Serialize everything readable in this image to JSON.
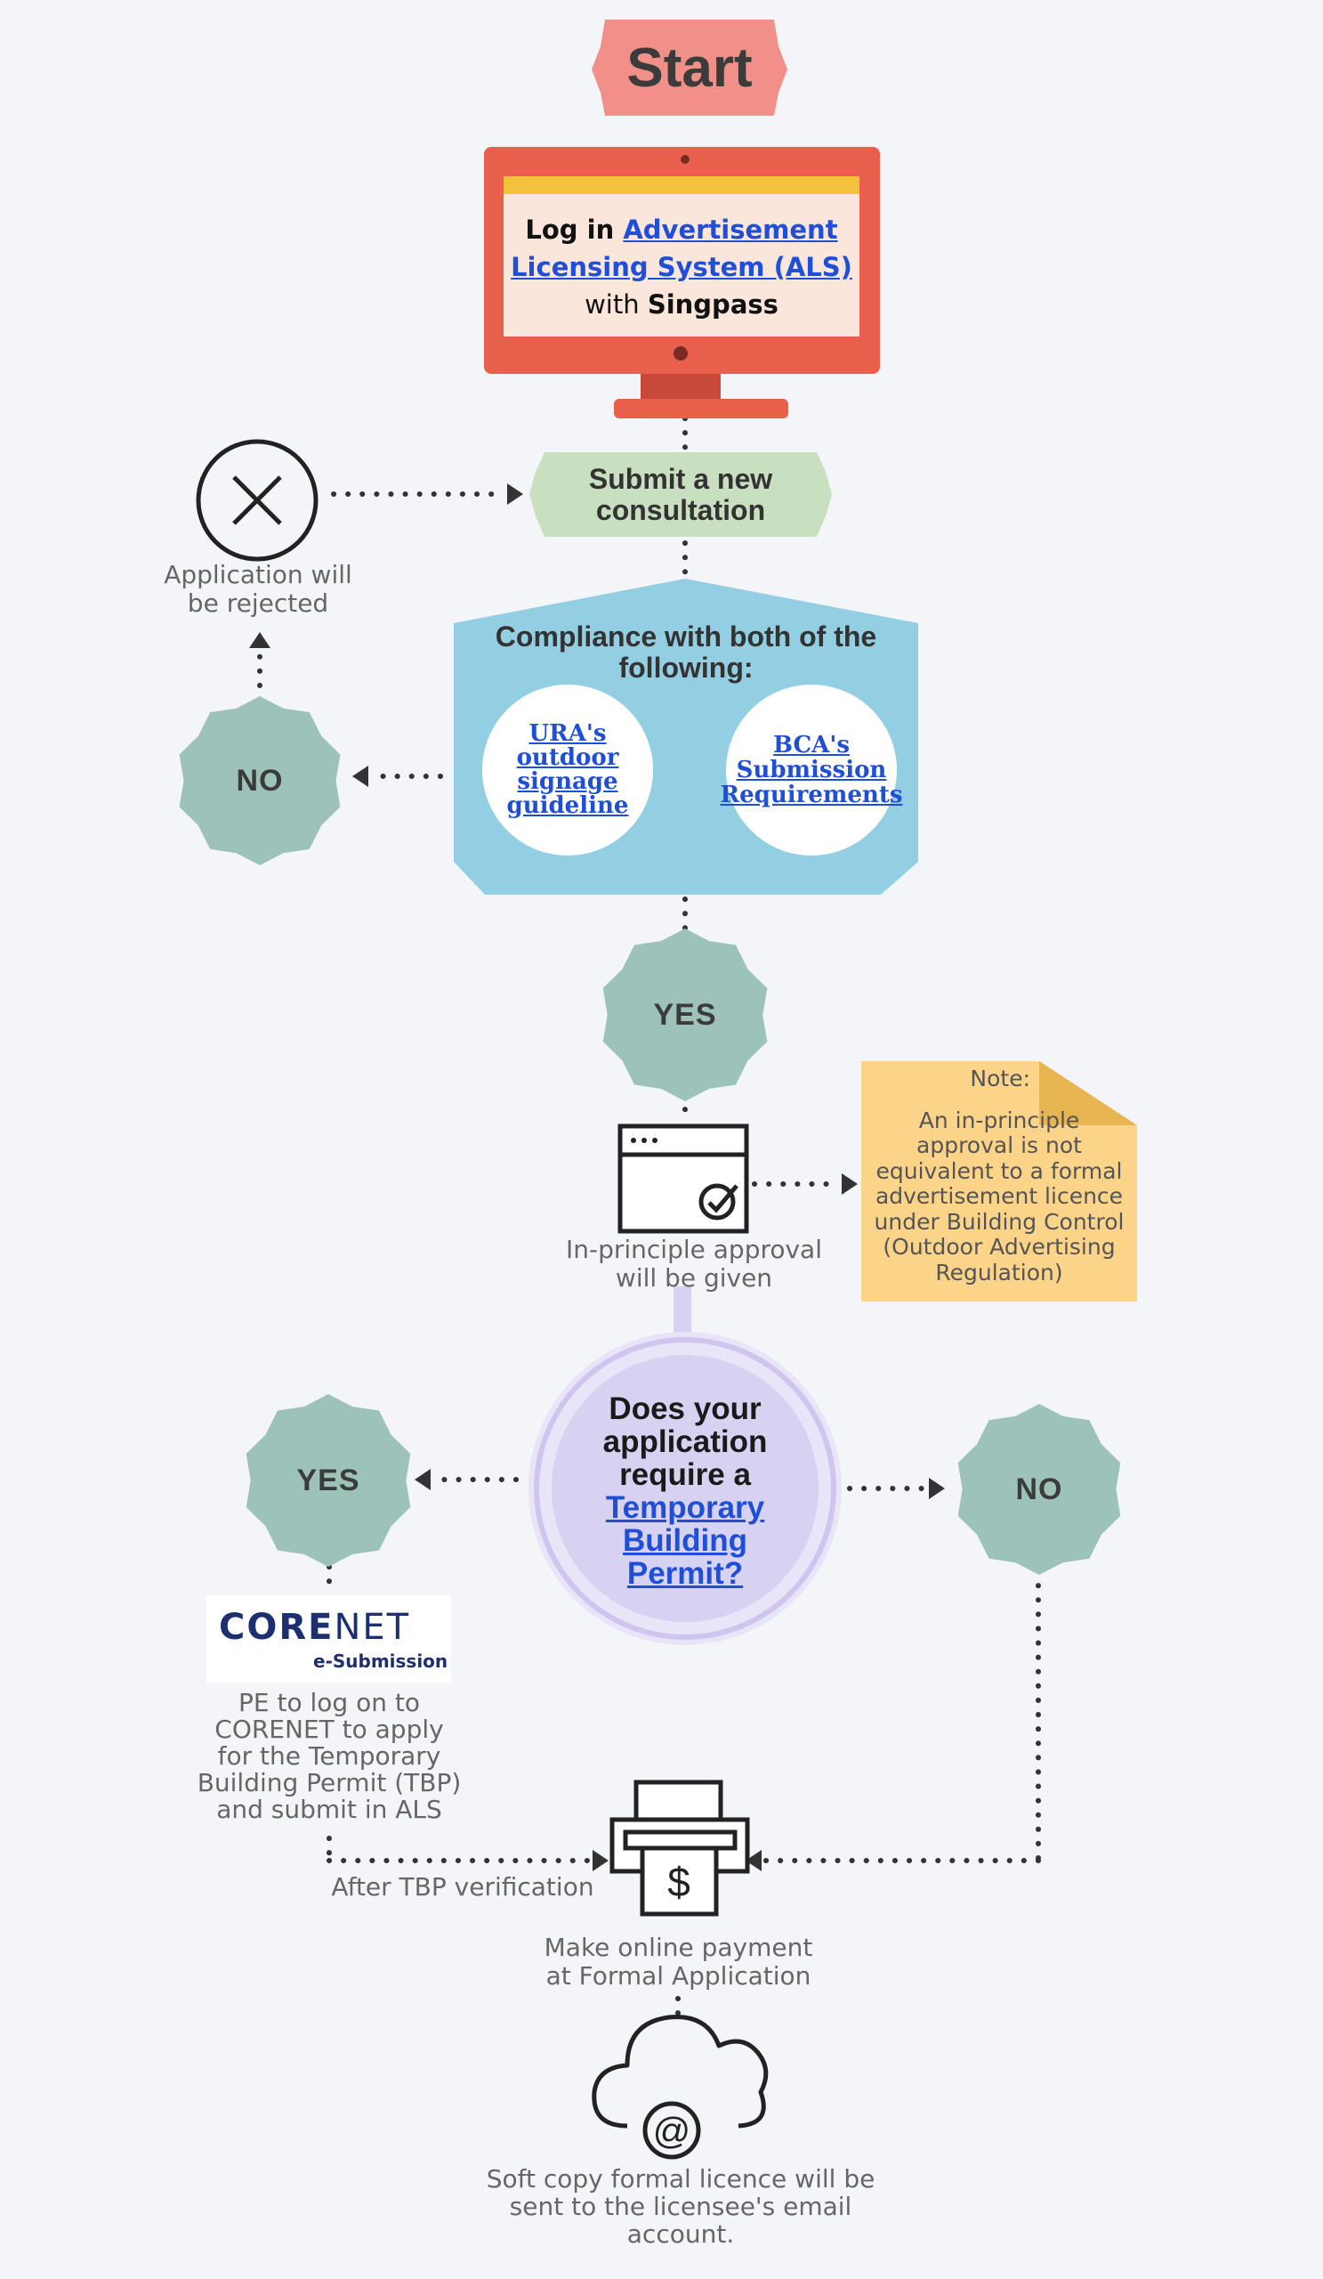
{
  "start": {
    "label": "Start"
  },
  "login": {
    "prefix": "Log in ",
    "link1": "Advertisement",
    "link2": "Licensing System (ALS)",
    "with": "with ",
    "singpass": "Singpass"
  },
  "submit": {
    "line1": "Submit a new",
    "line2": "consultation"
  },
  "rejected": {
    "line1": "Application will",
    "line2": "be rejected"
  },
  "compliance": {
    "title_line1": "Compliance with both of the",
    "title_line2": "following:",
    "ura": [
      "URA's",
      "outdoor",
      "signage",
      "guideline"
    ],
    "bca": [
      "BCA's",
      "Submission",
      "Requirements"
    ]
  },
  "no1": "NO",
  "yes1": "YES",
  "approval": {
    "line1": "In-principle approval",
    "line2": "will be given"
  },
  "note": {
    "title": "Note:",
    "lines": [
      "An in-principle",
      "approval is not",
      "equivalent to a formal",
      "advertisement licence",
      "under Building Control",
      "(Outdoor Advertising",
      "Regulation)"
    ]
  },
  "question": {
    "lines": [
      "Does your",
      "application",
      "require a"
    ],
    "link": [
      "Temporary",
      "Building",
      "Permit?"
    ]
  },
  "yes2": "YES",
  "no2": "NO",
  "corenet": {
    "logo_core": "CORE",
    "logo_net": "NET",
    "logo_sub": "e-Submission",
    "lines": [
      "PE to log on to",
      "CORENET to apply",
      "for the Temporary",
      "Building Permit (TBP)",
      "and submit in ALS"
    ]
  },
  "tbp_verification": "After TBP verification",
  "payment": {
    "line1": "Make online payment",
    "line2": "at Formal Application"
  },
  "licence": {
    "lines": [
      "Soft copy formal licence will be",
      "sent to the licensee's email",
      "account."
    ]
  },
  "colors": {
    "start": "#f09088",
    "monitor": "#e8604c",
    "submit": "#c8dfc0",
    "compliance": "#93cfe2",
    "badge": "#9cc2ba",
    "note": "#fbd48a",
    "question": "#d8d2f2",
    "link": "#1f4fd6"
  }
}
